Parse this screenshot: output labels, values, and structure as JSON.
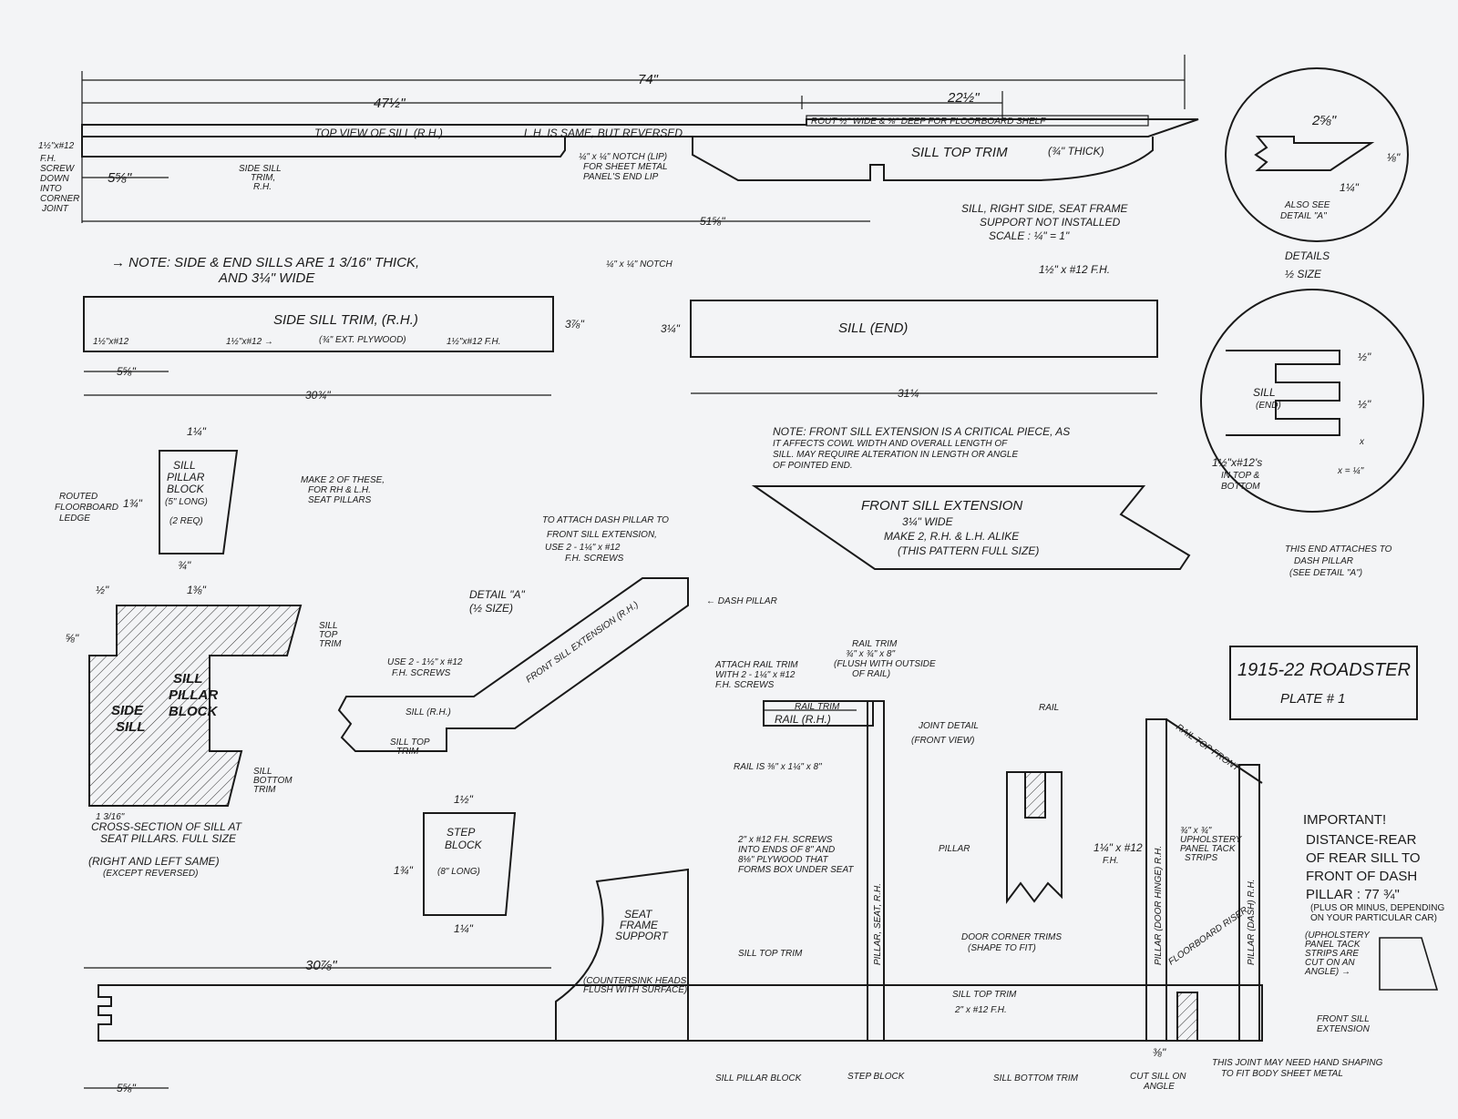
{
  "title_block": {
    "title": "1915-22 ROADSTER",
    "plate": "PLATE # 1"
  },
  "top_view": {
    "dim_74": "74\"",
    "dim_47": "47½\"",
    "dim_22": "22½\"",
    "dim_5_58": "5⅝\"",
    "dim_51": "51⅝\"",
    "label": "TOP VIEW OF SILL (R.H.)",
    "reversed": "L.H. IS SAME, BUT REVERSED",
    "rout": "ROUT ½\" WIDE & ⅜\" DEEP FOR FLOORBOARD SHELF",
    "top_trim": "SILL TOP TRIM",
    "thick": "(¾\" THICK)",
    "screw": [
      "1½\"x#12",
      "F.H.",
      "SCREW",
      "DOWN",
      "INTO",
      "CORNER",
      "JOINT"
    ],
    "side_trim": [
      "SIDE SILL",
      "TRIM,",
      "R.H."
    ],
    "notch": [
      "¼\" x ¼\" NOTCH (LIP)",
      "FOR SHEET METAL",
      "PANEL'S END LIP"
    ],
    "caption": [
      "SILL, RIGHT SIDE, SEAT FRAME",
      "SUPPORT NOT INSTALLED",
      "SCALE : ¼\" = 1\""
    ]
  },
  "detail_top": {
    "dim_a": "2⅝\"",
    "dim_b": "⅛\"",
    "dim_c": "1¼\"",
    "note": [
      "ALSO SEE",
      "DETAIL \"A\""
    ]
  },
  "details_half": [
    "DETAILS",
    "½ SIZE"
  ],
  "note_sills": [
    "→ NOTE: SIDE & END SILLS ARE 1 3/16\" THICK,",
    "AND 3¼\" WIDE"
  ],
  "side_sill_trim": {
    "title": "SIDE SILL TRIM, (R.H.)",
    "screw1": "1½\"x#12",
    "screw2": "1½\"x#12 →",
    "ply": "(¾\" EXT. PLYWOOD)",
    "screw3": "1½\"x#12 F.H.",
    "dim_h": "3⅞\"",
    "dim_5": "5⅝\"",
    "dim_30": "30¾\"",
    "notch": "¼\" x ¼\" NOTCH"
  },
  "sill_end": {
    "title": "SILL (END)",
    "screw": "1½\" x #12 F.H.",
    "dim_h": "3¼\"",
    "dim_w": "31¼"
  },
  "detail_end": {
    "sill": [
      "SILL",
      "(END)"
    ],
    "d1": "½\"",
    "d2": "½\"",
    "x": "x",
    "xeq": "x = ¼\"",
    "screws": [
      "1½\"x#12's",
      "IN TOP &",
      "BOTTOM"
    ]
  },
  "note_front": [
    "NOTE: FRONT SILL EXTENSION IS A CRITICAL PIECE, AS",
    "IT AFFECTS COWL WIDTH AND OVERALL LENGTH OF",
    "SILL. MAY REQUIRE ALTERATION IN LENGTH OR ANGLE",
    "OF POINTED END."
  ],
  "front_ext": {
    "title": "FRONT SILL EXTENSION",
    "wide": "3¼\" WIDE",
    "make": "MAKE 2, R.H. & L.H. ALIKE",
    "full": "(THIS PATTERN FULL SIZE)"
  },
  "attaches": [
    "THIS END ATTACHES TO",
    "DASH PILLAR",
    "(SEE DETAIL \"A\")"
  ],
  "pillar_block": {
    "label": [
      "SILL",
      "PILLAR",
      "BLOCK",
      "(5\" LONG)",
      "(2 REQ)"
    ],
    "top": "1¼\"",
    "h": "1¾\"",
    "bottom": "¾\"",
    "make": [
      "MAKE 2 OF THESE,",
      "FOR RH & L.H.",
      "SEAT PILLARS"
    ]
  },
  "cross_section": {
    "routed": [
      "ROUTED",
      "FLOORBOARD",
      "LEDGE"
    ],
    "d_half": "½\"",
    "d_138": "1⅜\"",
    "d_58": "⅝\"",
    "side_sill": [
      "SIDE",
      "SILL"
    ],
    "block": [
      "SILL",
      "PILLAR",
      "BLOCK"
    ],
    "top_trim": [
      "SILL",
      "TOP",
      "TRIM"
    ],
    "bottom_trim": [
      "SILL",
      "BOTTOM",
      "TRIM"
    ],
    "d_bot": "1 3/16\"",
    "caption": [
      "CROSS-SECTION OF SILL AT",
      "SEAT PILLARS. FULL SIZE"
    ],
    "same": [
      "(RIGHT AND LEFT SAME)",
      "(EXCEPT REVERSED)"
    ]
  },
  "detail_a": {
    "attach": [
      "TO ATTACH DASH PILLAR TO",
      "FRONT SILL EXTENSION,",
      "USE 2 - 1¼\" x #12",
      "F.H. SCREWS"
    ],
    "title": [
      "DETAIL \"A\"",
      "(½ SIZE)"
    ],
    "use": [
      "USE 2 - 1½\" x #12",
      "F.H. SCREWS"
    ],
    "ext": "FRONT SILL EXTENSION (R.H.)",
    "dash": "← DASH PILLAR",
    "sill": "SILL (R.H.)",
    "top_trim": [
      "SILL TOP",
      "TRIM"
    ]
  },
  "step_block": {
    "label": [
      "STEP",
      "BLOCK",
      "(8\" LONG)"
    ],
    "top": "1½\"",
    "h": "1¾\"",
    "bottom": "1¼\""
  },
  "rail": {
    "trim": [
      "RAIL TRIM",
      "¾\" x ¾\" x 8\"",
      "(FLUSH WITH OUTSIDE",
      "OF RAIL)"
    ],
    "attach": [
      "ATTACH RAIL TRIM",
      "WITH 2 - 1¼\" x #12",
      "F.H. SCREWS"
    ],
    "rail_trim_lbl": "RAIL TRIM",
    "rail_rh": "RAIL (R.H.)",
    "rail_is": "RAIL IS ⅜\" x 1¼\" x 8\"",
    "joint": [
      "JOINT DETAIL",
      "(FRONT VIEW)"
    ],
    "rail": "RAIL",
    "pillar": "PILLAR",
    "screw": [
      "1¼\" x #12",
      "F.H."
    ]
  },
  "side_view": {
    "dim_30": "30⅞\"",
    "dim_5": "5⅝\"",
    "screws": [
      "2\" x #12 F.H. SCREWS",
      "INTO ENDS OF 8\" AND",
      "8⅛\" PLYWOOD THAT",
      "FORMS BOX UNDER SEAT"
    ],
    "seat": [
      "SEAT",
      "FRAME",
      "SUPPORT"
    ],
    "counter": [
      "(COUNTERSINK HEADS",
      "FLUSH WITH SURFACE)"
    ],
    "sill_top": "SILL TOP TRIM",
    "pillar_seat": "PILLAR, SEAT, R.H.",
    "door_hinge": "PILLAR (DOOR HINGE) R.H.",
    "dash": "PILLAR (DASH) R.H.",
    "door_trims": [
      "DOOR CORNER TRIMS",
      "(SHAPE TO FIT)"
    ],
    "top_trim2": "SILL TOP TRIM",
    "screw2": "2\" x #12 F.H.",
    "rail_top": "RAIL TOP FRONT",
    "riser": "FLOORBOARD RISER",
    "tack": [
      "¾\" x ¾\"",
      "UPHOLSTERY",
      "PANEL TACK",
      "STRIPS"
    ],
    "pillar_block": "SILL PILLAR BLOCK",
    "step_block": "STEP BLOCK",
    "bottom_trim": "SILL BOTTOM TRIM",
    "cut": [
      "CUT SILL ON",
      "ANGLE"
    ],
    "d38": "⅜\"",
    "joint": [
      "THIS JOINT MAY NEED HAND SHAPING",
      "TO FIT BODY SHEET METAL"
    ],
    "front_ext": [
      "FRONT SILL",
      "EXTENSION"
    ]
  },
  "important": {
    "title": "IMPORTANT!",
    "lines": [
      "DISTANCE-REAR",
      "OF REAR SILL TO",
      "FRONT OF DASH",
      "PILLAR : 77 ¾\""
    ],
    "plus": [
      "(PLUS OR MINUS, DEPENDING",
      "ON YOUR PARTICULAR CAR)"
    ],
    "tack": [
      "(UPHOLSTERY",
      "PANEL TACK",
      "STRIPS ARE",
      "CUT ON AN",
      "ANGLE) →"
    ]
  }
}
